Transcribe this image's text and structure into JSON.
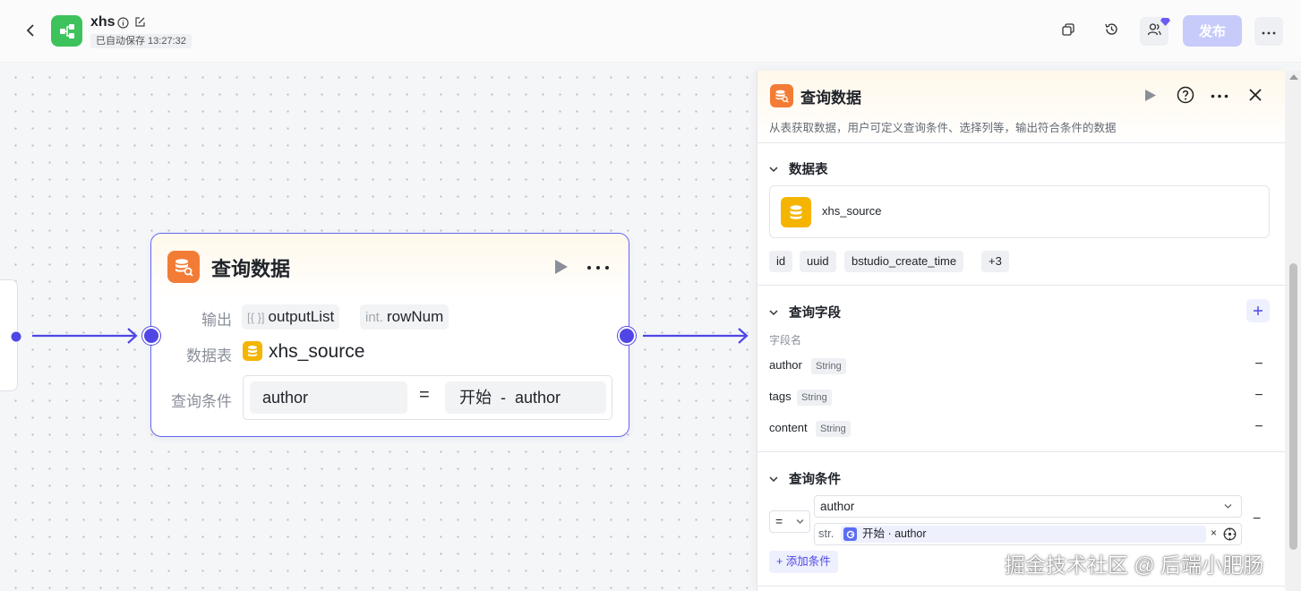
{
  "header": {
    "app_name": "xhs",
    "save_status": "已自动保存 13:27:32",
    "publish_label": "发布",
    "app_color": "#3ec25c",
    "accent_color": "#4f46e5",
    "icons": [
      "back-icon",
      "info-icon",
      "edit-icon",
      "copy-icon",
      "history-icon",
      "collaborators-icon",
      "more-icon"
    ]
  },
  "canvas": {
    "node": {
      "title": "查询数据",
      "output_label": "输出",
      "outputs": [
        {
          "type_prefix": "[{ }]",
          "name": "outputList"
        },
        {
          "type_prefix": "int.",
          "name": "rowNum"
        }
      ],
      "table_label": "数据表",
      "table_name": "xhs_source",
      "condition_label": "查询条件",
      "condition": {
        "left": "author",
        "op": "=",
        "right": "开始  -  author"
      }
    }
  },
  "panel": {
    "title": "查询数据",
    "description": "从表获取数据，用户可定义查询条件、选择列等，输出符合条件的数据",
    "table_section": {
      "title": "数据表",
      "table_name": "xhs_source",
      "columns": [
        "id",
        "uuid",
        "bstudio_create_time",
        "+3"
      ]
    },
    "fields_section": {
      "title": "查询字段",
      "header": "字段名",
      "fields": [
        {
          "name": "author",
          "type": "String"
        },
        {
          "name": "tags",
          "type": "String"
        },
        {
          "name": "content",
          "type": "String"
        }
      ],
      "remove_label": "−"
    },
    "conditions_section": {
      "title": "查询条件",
      "operator": "=",
      "left_field": "author",
      "right_prefix": "str.",
      "right_ref": "开始 · author",
      "clear_label": "×",
      "remove_label": "−",
      "add_label": "+ 添加条件"
    }
  },
  "watermark": "掘金技术社区 @ 后端小肥肠"
}
